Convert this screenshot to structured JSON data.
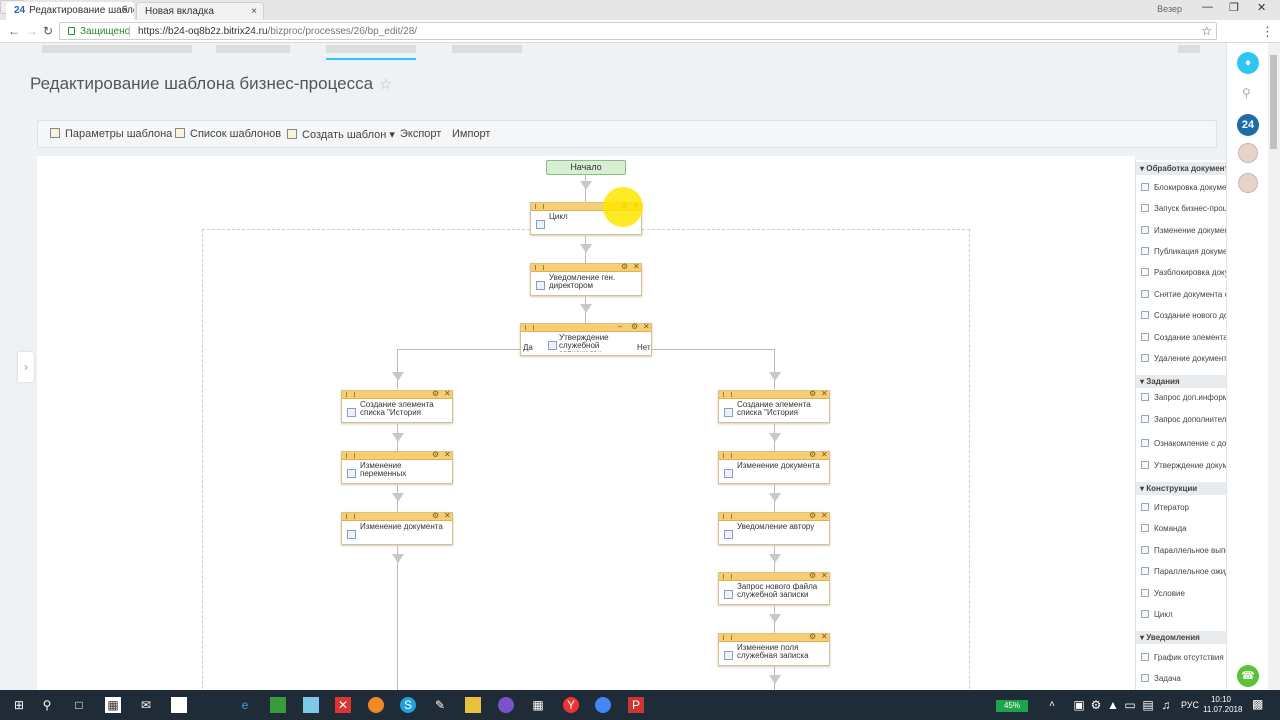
{
  "browser": {
    "tabs": [
      {
        "favicon": "24",
        "label": "Редактирование шабло…",
        "close": "×"
      },
      {
        "label": "Новая вкладка",
        "close": "×"
      }
    ],
    "user": "Везер",
    "window_buttons": [
      "—",
      "❐",
      "✕"
    ],
    "secure_label": "Защищено",
    "url_host": "https://b24-oq8b2z.bitrix24.ru",
    "url_path": "/bizproc/processes/26/bp_edit/28/"
  },
  "page": {
    "title": "Редактирование шаблона бизнес-процесса",
    "title_star": "☆"
  },
  "toolbar": {
    "template_params": "Параметры шаблона",
    "template_list": "Список шаблонов",
    "create_template": "Создать шаблон ▾",
    "export": "Экспорт",
    "import": "Импорт"
  },
  "diagram": {
    "start": "Начало",
    "yes": "Да",
    "no": "Нет",
    "blocks": {
      "cycle": "Цикл",
      "notify_director": "Уведомление ген. директором",
      "approve_memo": "Утверждение служебной записки ген. директором",
      "left_create": "Создание элемента списка \"История",
      "left_vars": "Изменение переменных",
      "left_doc": "Изменение документа",
      "right_create": "Создание элемента списка \"История",
      "right_doc": "Изменение документа",
      "right_notify": "Уведомление автору",
      "right_request": "Запрос нового файла служебной записки",
      "right_field": "Изменение поля служебная записка"
    }
  },
  "palette": {
    "groups": [
      {
        "title": "▾ Обработка документа",
        "items": [
          "Блокировка документа",
          "Запуск бизнес-процесса",
          "Изменение документа",
          "Публикация документа",
          "Разблокировка документа",
          "Снятие документа с публикации",
          "Создание нового документа",
          "Создание элемента списка",
          "Удаление документа"
        ]
      },
      {
        "title": "▾ Задания",
        "items": [
          "Запрос доп.информации с отклонением)",
          "Запрос дополнительной информации",
          "Ознакомление с документом",
          "Утверждение документа"
        ]
      },
      {
        "title": "▾ Конструкции",
        "items": [
          "Итератор",
          "Команда",
          "Параллельное выполнение",
          "Параллельное ожидание действия",
          "Условие",
          "Цикл"
        ]
      },
      {
        "title": "▾ Уведомления",
        "items": [
          "График отсутствия",
          "Задача"
        ]
      }
    ]
  },
  "rightbar": {
    "b24": "24"
  },
  "taskbar": {
    "battery": "45%",
    "lang": "РУС",
    "time": "10:10",
    "date": "11.07.2018"
  }
}
